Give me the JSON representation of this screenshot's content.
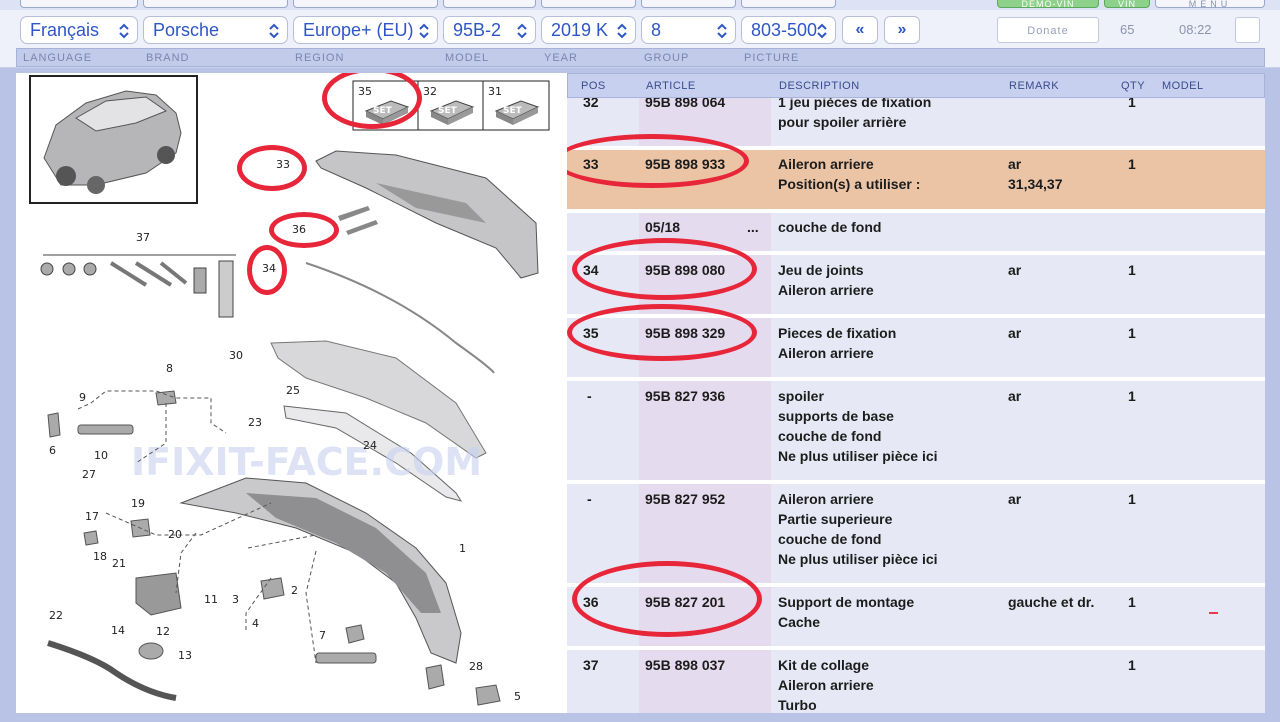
{
  "top_buttons": {
    "demo_vin": "DEMO-VIN",
    "vin": "VIN",
    "menu": "MENU"
  },
  "selectors": {
    "language": "Français",
    "brand": "Porsche",
    "region": "Europe+ (EU)",
    "model": "95B-2",
    "year": "2019  K",
    "group": "8",
    "picture": "803-500"
  },
  "nav": {
    "prev": "«",
    "next": "»"
  },
  "donate_label": "Donate",
  "counter": "65",
  "clock": "08:22",
  "column_labels": {
    "language": "LANGUAGE",
    "brand": "BRAND",
    "region": "REGION",
    "model": "MODEL",
    "year": "YEAR",
    "group": "GROUP",
    "picture": "PICTURE"
  },
  "table": {
    "headers": {
      "pos": "POS",
      "article": "ARTICLE",
      "description": "DESCRIPTION",
      "remark": "REMARK",
      "qty": "QTY",
      "model": "MODEL"
    },
    "rows": [
      {
        "pos": "32",
        "article": "95B 898 064",
        "desc": [
          "1 jeu pièces de fixation",
          "pour spoiler arrière"
        ],
        "remark": "",
        "qty": "1"
      },
      {
        "pos": "33",
        "article": "95B 898 933",
        "desc": [
          "Aileron arriere",
          "Position(s) a utiliser :"
        ],
        "remark": "ar",
        "remark2": "31,34,37",
        "qty": "1"
      },
      {
        "pos": "",
        "article": "05/18",
        "dots": "...",
        "desc": [
          "couche de fond"
        ],
        "remark": "",
        "qty": ""
      },
      {
        "pos": "34",
        "article": "95B 898 080",
        "desc": [
          "Jeu de joints",
          "Aileron arriere"
        ],
        "remark": "ar",
        "qty": "1"
      },
      {
        "pos": "35",
        "article": "95B 898 329",
        "desc": [
          "Pieces de fixation",
          "Aileron arriere"
        ],
        "remark": "ar",
        "qty": "1"
      },
      {
        "pos": "-",
        "article": "95B 827 936",
        "desc": [
          "spoiler",
          "supports de base",
          "couche de fond",
          "Ne plus utiliser pièce ici"
        ],
        "remark": "ar",
        "qty": "1"
      },
      {
        "pos": "-",
        "article": "95B 827 952",
        "desc": [
          "Aileron arriere",
          "Partie superieure",
          "couche de fond",
          "Ne plus utiliser pièce ici"
        ],
        "remark": "ar",
        "qty": "1"
      },
      {
        "pos": "36",
        "article": "95B 827 201",
        "desc": [
          "Support de montage",
          "Cache"
        ],
        "remark": "gauche et dr.",
        "qty": "1"
      },
      {
        "pos": "37",
        "article": "95B 898 037",
        "desc": [
          "Kit de collage",
          "Aileron arriere",
          "Turbo"
        ],
        "remark": "",
        "qty": "1"
      }
    ]
  },
  "diagram": {
    "watermark": "IFIXIT-FACE.COM",
    "set_badge": "SET",
    "callouts": [
      "35",
      "32",
      "31",
      "33",
      "36",
      "34",
      "37",
      "30",
      "25",
      "23",
      "24",
      "8",
      "9",
      "10",
      "6",
      "27",
      "19",
      "17",
      "20",
      "18",
      "21",
      "1",
      "11",
      "2",
      "3",
      "4",
      "14",
      "12",
      "13",
      "22",
      "7",
      "28",
      "5"
    ]
  },
  "colors": {
    "accent": "#2f56c6",
    "highlight_row": "#ebc4a6",
    "annotation_red": "#e8263a"
  }
}
